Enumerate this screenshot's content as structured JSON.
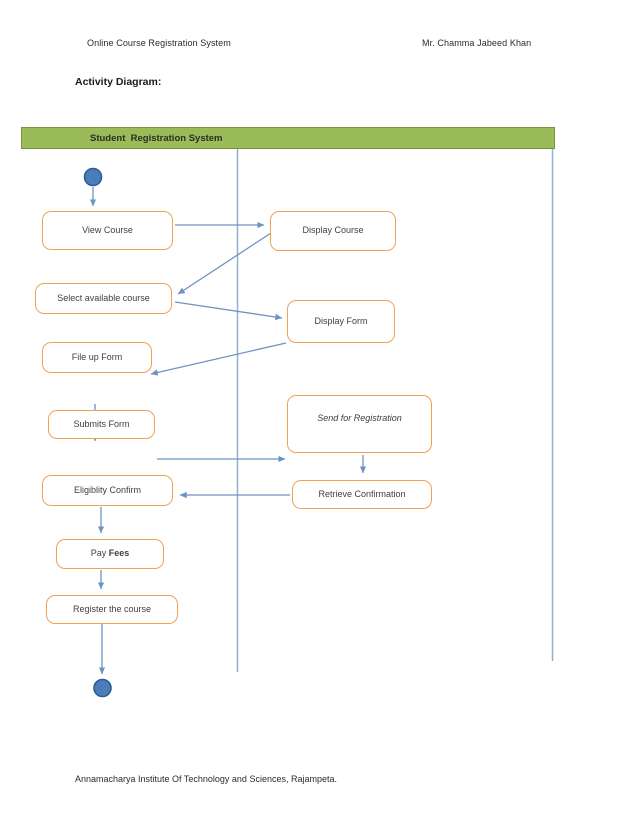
{
  "page": {
    "header_left": "Online Course Registration System",
    "header_right": "Mr. Chamma Jabeed Khan",
    "section_title": "Activity Diagram:",
    "footer": "Annamacharya Institute Of Technology and Sciences, Rajampeta."
  },
  "diagram": {
    "lane_title": "Student  Registration System",
    "nodes": {
      "view_course": "View Course",
      "display_course": "Display Course",
      "select_available_course": "Select available course",
      "display_form": "Display Form",
      "file_up_form": "File up Form",
      "submits_form": "Submits Form",
      "send_for_registration": "Send for Registration",
      "eligiblity_confirm": "Eligiblity Confirm",
      "retrieve_confirmation": "Retrieve Confirmation",
      "pay_fees_prefix": "Pay ",
      "pay_fees_bold": "Fees",
      "register_the_course": "Register the course"
    },
    "edges": [
      {
        "from": "start",
        "to": "view_course"
      },
      {
        "from": "view_course",
        "to": "display_course"
      },
      {
        "from": "display_course",
        "to": "select_available_course"
      },
      {
        "from": "select_available_course",
        "to": "display_form"
      },
      {
        "from": "display_form",
        "to": "file_up_form"
      },
      {
        "from": "file_up_form",
        "to": "submits_form"
      },
      {
        "from": "submits_form",
        "to": "send_for_registration"
      },
      {
        "from": "send_for_registration",
        "to": "retrieve_confirmation"
      },
      {
        "from": "retrieve_confirmation",
        "to": "eligiblity_confirm"
      },
      {
        "from": "eligiblity_confirm",
        "to": "pay_fees"
      },
      {
        "from": "pay_fees",
        "to": "register_the_course"
      },
      {
        "from": "register_the_course",
        "to": "end"
      }
    ],
    "colors": {
      "lane_green": "#9bbb59",
      "lane_green_border": "#77933c",
      "box_border": "#f2a254",
      "arrow_blue": "#6d93c3",
      "lane_line_blue": "#93afd0",
      "node_circle_fill": "#4a7ebb",
      "node_circle_border": "#2f5c94"
    }
  }
}
